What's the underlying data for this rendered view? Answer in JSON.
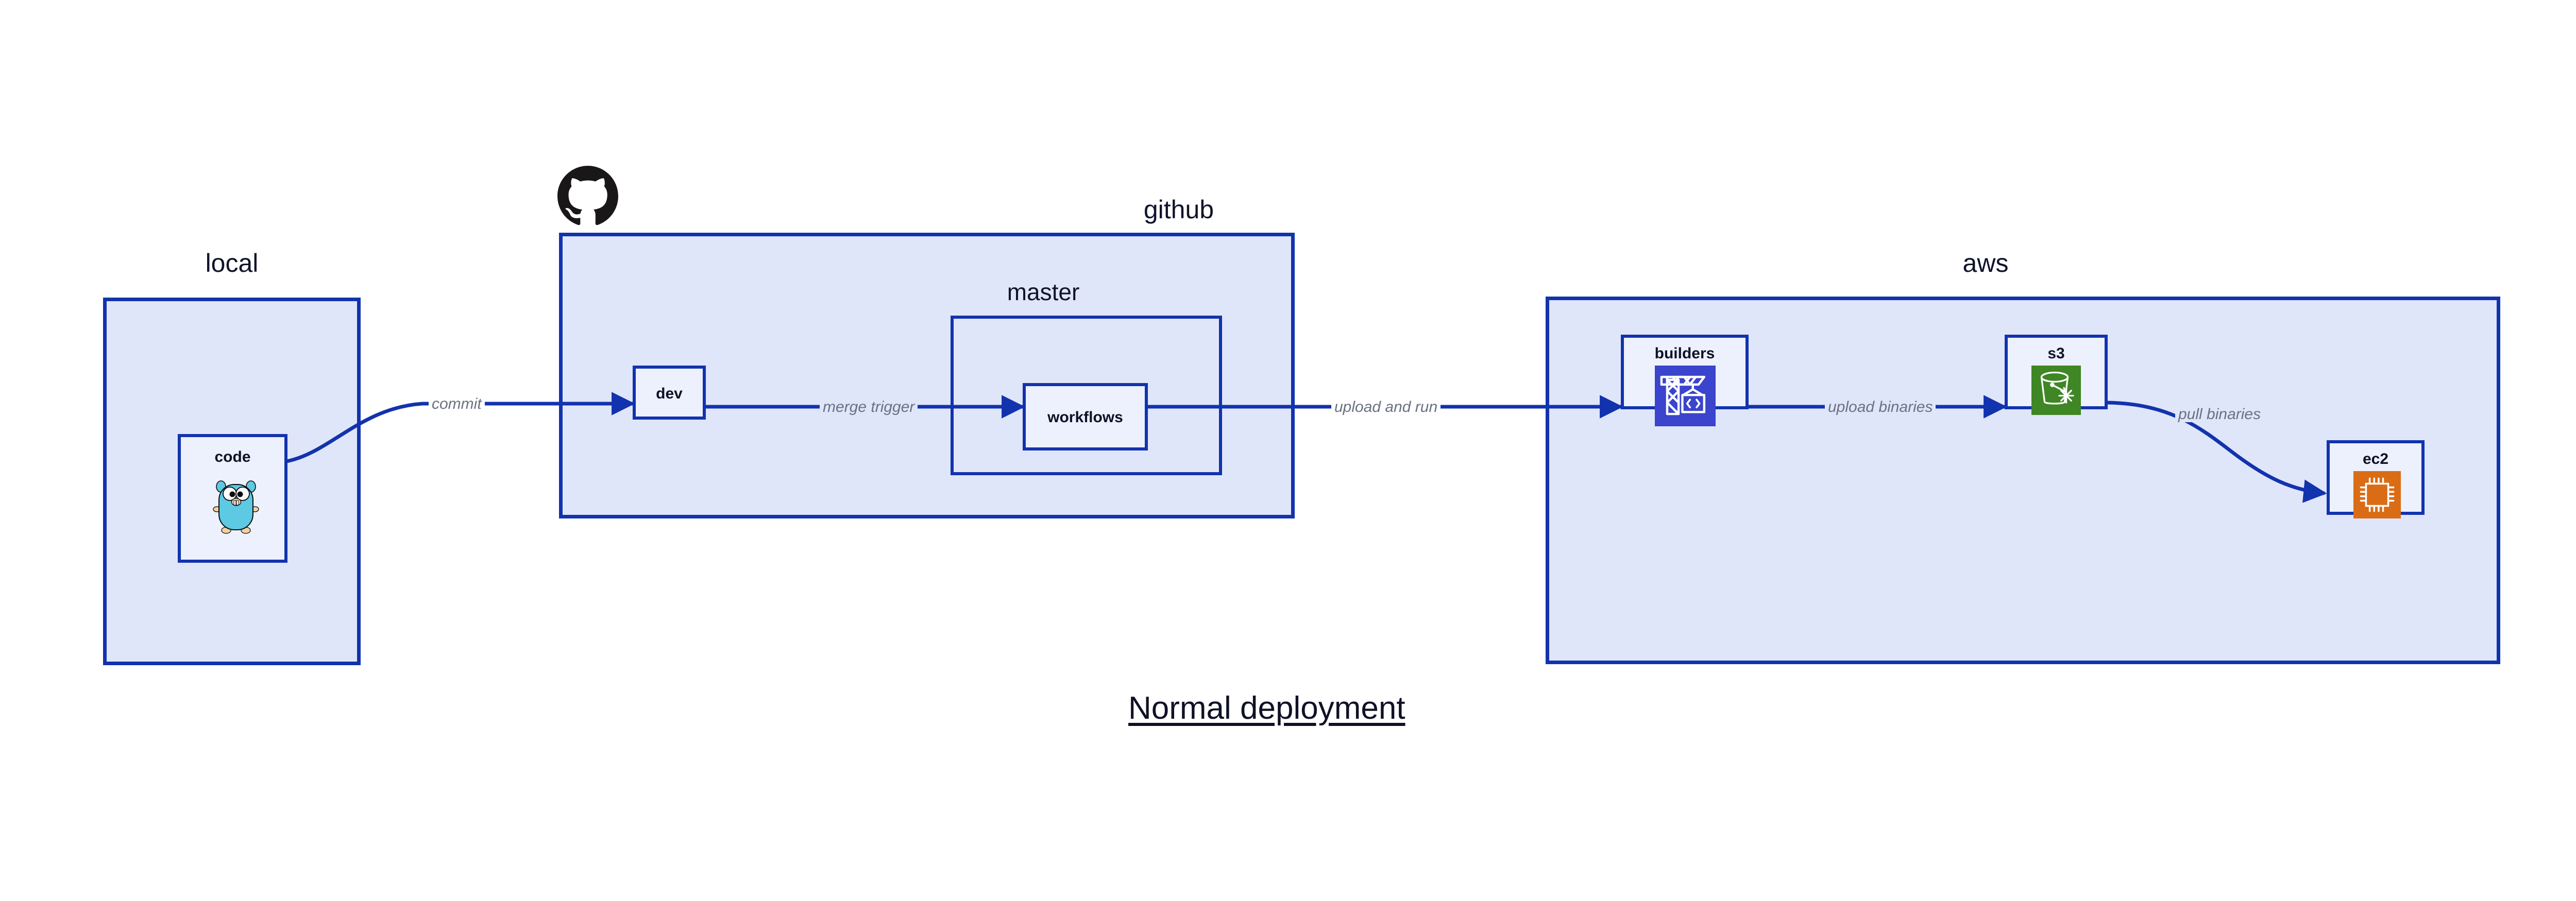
{
  "diagram": {
    "title": "Normal deployment",
    "palette": {
      "group_fill": "#e0e6f9",
      "group_border": "#1233ae",
      "node_fill": "#edf1fd",
      "node_border": "#1233ae",
      "edge_color": "#1233ae",
      "edge_label_color": "#6a7183",
      "label_color": "#10132b",
      "builders_icon_bg": "#3b44cc",
      "s3_icon_bg": "#3f8624",
      "ec2_icon_bg": "#da6c16",
      "gopher_body": "#5dc9e2",
      "github_logo": "#191717"
    },
    "groups": [
      {
        "id": "local",
        "label": "local"
      },
      {
        "id": "github",
        "label": "github"
      },
      {
        "id": "master",
        "label": "master"
      },
      {
        "id": "aws",
        "label": "aws"
      }
    ],
    "nodes": [
      {
        "id": "code",
        "label": "code",
        "icon": "go-gopher-icon",
        "group": "local"
      },
      {
        "id": "dev",
        "label": "dev",
        "icon": null,
        "group": "github"
      },
      {
        "id": "workflows",
        "label": "workflows",
        "icon": null,
        "group": "master"
      },
      {
        "id": "builders",
        "label": "builders",
        "icon": "aws-builders-crane-icon",
        "group": "aws"
      },
      {
        "id": "s3",
        "label": "s3",
        "icon": "aws-s3-bucket-icon",
        "group": "aws"
      },
      {
        "id": "ec2",
        "label": "ec2",
        "icon": "aws-ec2-chip-icon",
        "group": "aws"
      }
    ],
    "edges": [
      {
        "id": "commit",
        "from": "code",
        "to": "dev",
        "label": "commit"
      },
      {
        "id": "merge-trigger",
        "from": "dev",
        "to": "workflows",
        "label": "merge trigger"
      },
      {
        "id": "upload-and-run",
        "from": "workflows",
        "to": "builders",
        "label": "upload and run"
      },
      {
        "id": "upload-binaries",
        "from": "builders",
        "to": "s3",
        "label": "upload binaries"
      },
      {
        "id": "pull-binaries",
        "from": "s3",
        "to": "ec2",
        "label": "pull binaries"
      }
    ],
    "logos": [
      {
        "id": "github-logo",
        "name": "github-octocat-logo"
      }
    ]
  }
}
